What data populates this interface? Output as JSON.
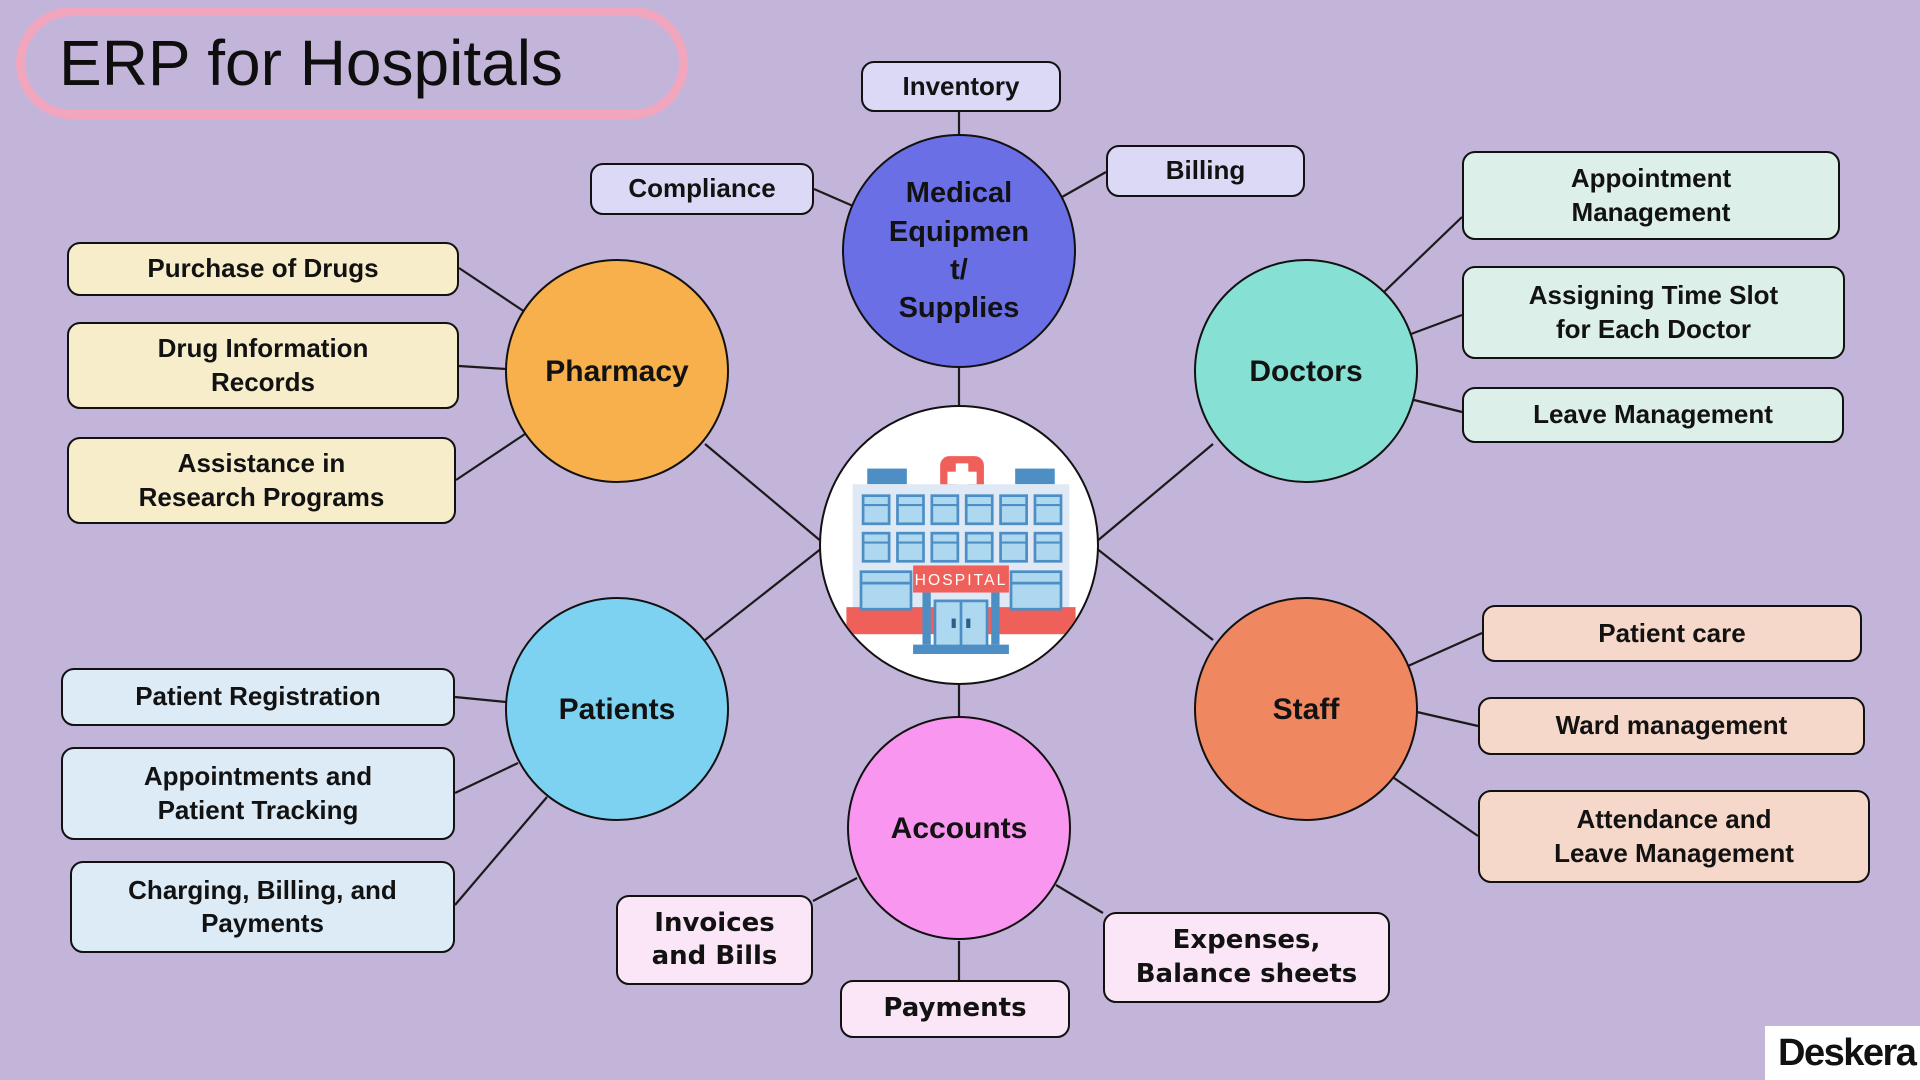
{
  "title": "ERP for Hospitals",
  "brand": "Deskera",
  "center": {
    "sign": "HOSPITAL"
  },
  "colors": {
    "background": "#c3b4d9",
    "title_border": "#f2a6bd",
    "medical_node": "#6a6fe6",
    "medical_box": "#dcd9f7",
    "pharmacy_node": "#f7b04c",
    "pharmacy_box": "#f7edca",
    "doctors_node": "#86e0d3",
    "doctors_box": "#ddefe9",
    "patients_node": "#7dd2f2",
    "patients_box": "#dcebf6",
    "staff_node": "#ef8760",
    "staff_box": "#f5d8c9",
    "accounts_node": "#f996ef",
    "accounts_box": "#fae6f6",
    "hospital_red": "#f0605a",
    "hospital_blue": "#4d8fc4",
    "hospital_window": "#aed7f0",
    "hospital_wall": "#dfe9f5"
  },
  "branches": {
    "medical": {
      "label": "Medical\nEquipmen\nt/\nSupplies",
      "items": [
        "Inventory",
        "Compliance",
        "Billing"
      ]
    },
    "pharmacy": {
      "label": "Pharmacy",
      "items": [
        "Purchase of Drugs",
        "Drug Information\nRecords",
        "Assistance in\nResearch Programs"
      ]
    },
    "doctors": {
      "label": "Doctors",
      "items": [
        "Appointment\nManagement",
        "Assigning Time Slot\nfor Each Doctor",
        "Leave Management"
      ]
    },
    "patients": {
      "label": "Patients",
      "items": [
        "Patient Registration",
        "Appointments and\nPatient Tracking",
        "Charging, Billing, and\nPayments"
      ]
    },
    "staff": {
      "label": "Staff",
      "items": [
        "Patient care",
        "Ward management",
        "Attendance and\nLeave Management"
      ]
    },
    "accounts": {
      "label": "Accounts",
      "items": [
        "Invoices\nand Bills",
        "Payments",
        "Expenses,\nBalance sheets"
      ]
    }
  }
}
